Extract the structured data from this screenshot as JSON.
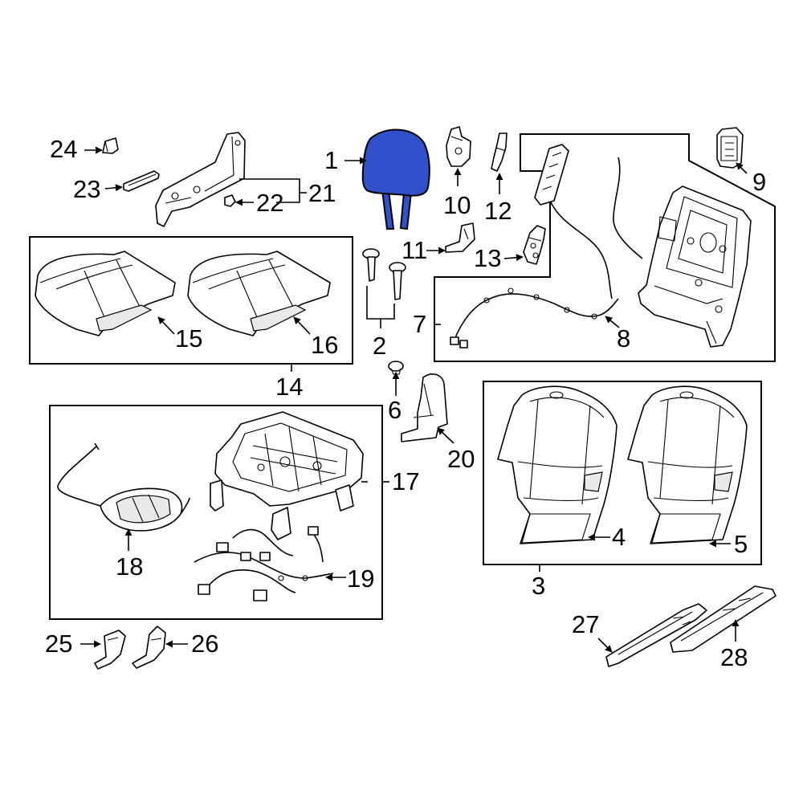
{
  "callouts": {
    "c1": "1",
    "c2": "2",
    "c3": "3",
    "c4": "4",
    "c5": "5",
    "c6": "6",
    "c7": "7",
    "c8": "8",
    "c9": "9",
    "c10": "10",
    "c11": "11",
    "c12": "12",
    "c13": "13",
    "c14": "14",
    "c15": "15",
    "c16": "16",
    "c17": "17",
    "c18": "18",
    "c19": "19",
    "c20": "20",
    "c21": "21",
    "c22": "22",
    "c23": "23",
    "c24": "24",
    "c25": "25",
    "c26": "26",
    "c27": "27",
    "c28": "28"
  },
  "colors": {
    "highlight": "#2f52cc",
    "line": "#000000",
    "background": "#ffffff"
  },
  "highlighted_part": "1"
}
